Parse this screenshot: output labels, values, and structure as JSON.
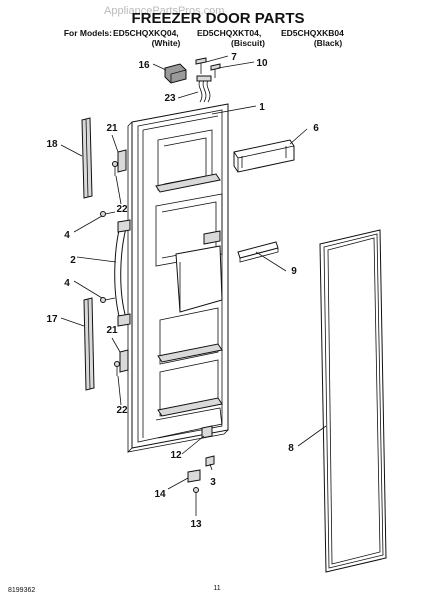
{
  "watermark": "AppliancePartsPros.com",
  "title": "FREEZER DOOR PARTS",
  "models": {
    "prefix": "For Models:",
    "items": [
      {
        "model": "ED5CHQXKQ04,",
        "color": "(White)"
      },
      {
        "model": "ED5CHQXKT04,",
        "color": "(Biscuit)"
      },
      {
        "model": "ED5CHQXKB04",
        "color": "(Black)"
      }
    ]
  },
  "callouts": [
    "1",
    "2",
    "3",
    "4",
    "4",
    "6",
    "7",
    "8",
    "9",
    "10",
    "12",
    "13",
    "14",
    "16",
    "17",
    "18",
    "21",
    "21",
    "22",
    "22",
    "23"
  ],
  "footer": {
    "doc_number": "8199362",
    "page_number": "11"
  }
}
